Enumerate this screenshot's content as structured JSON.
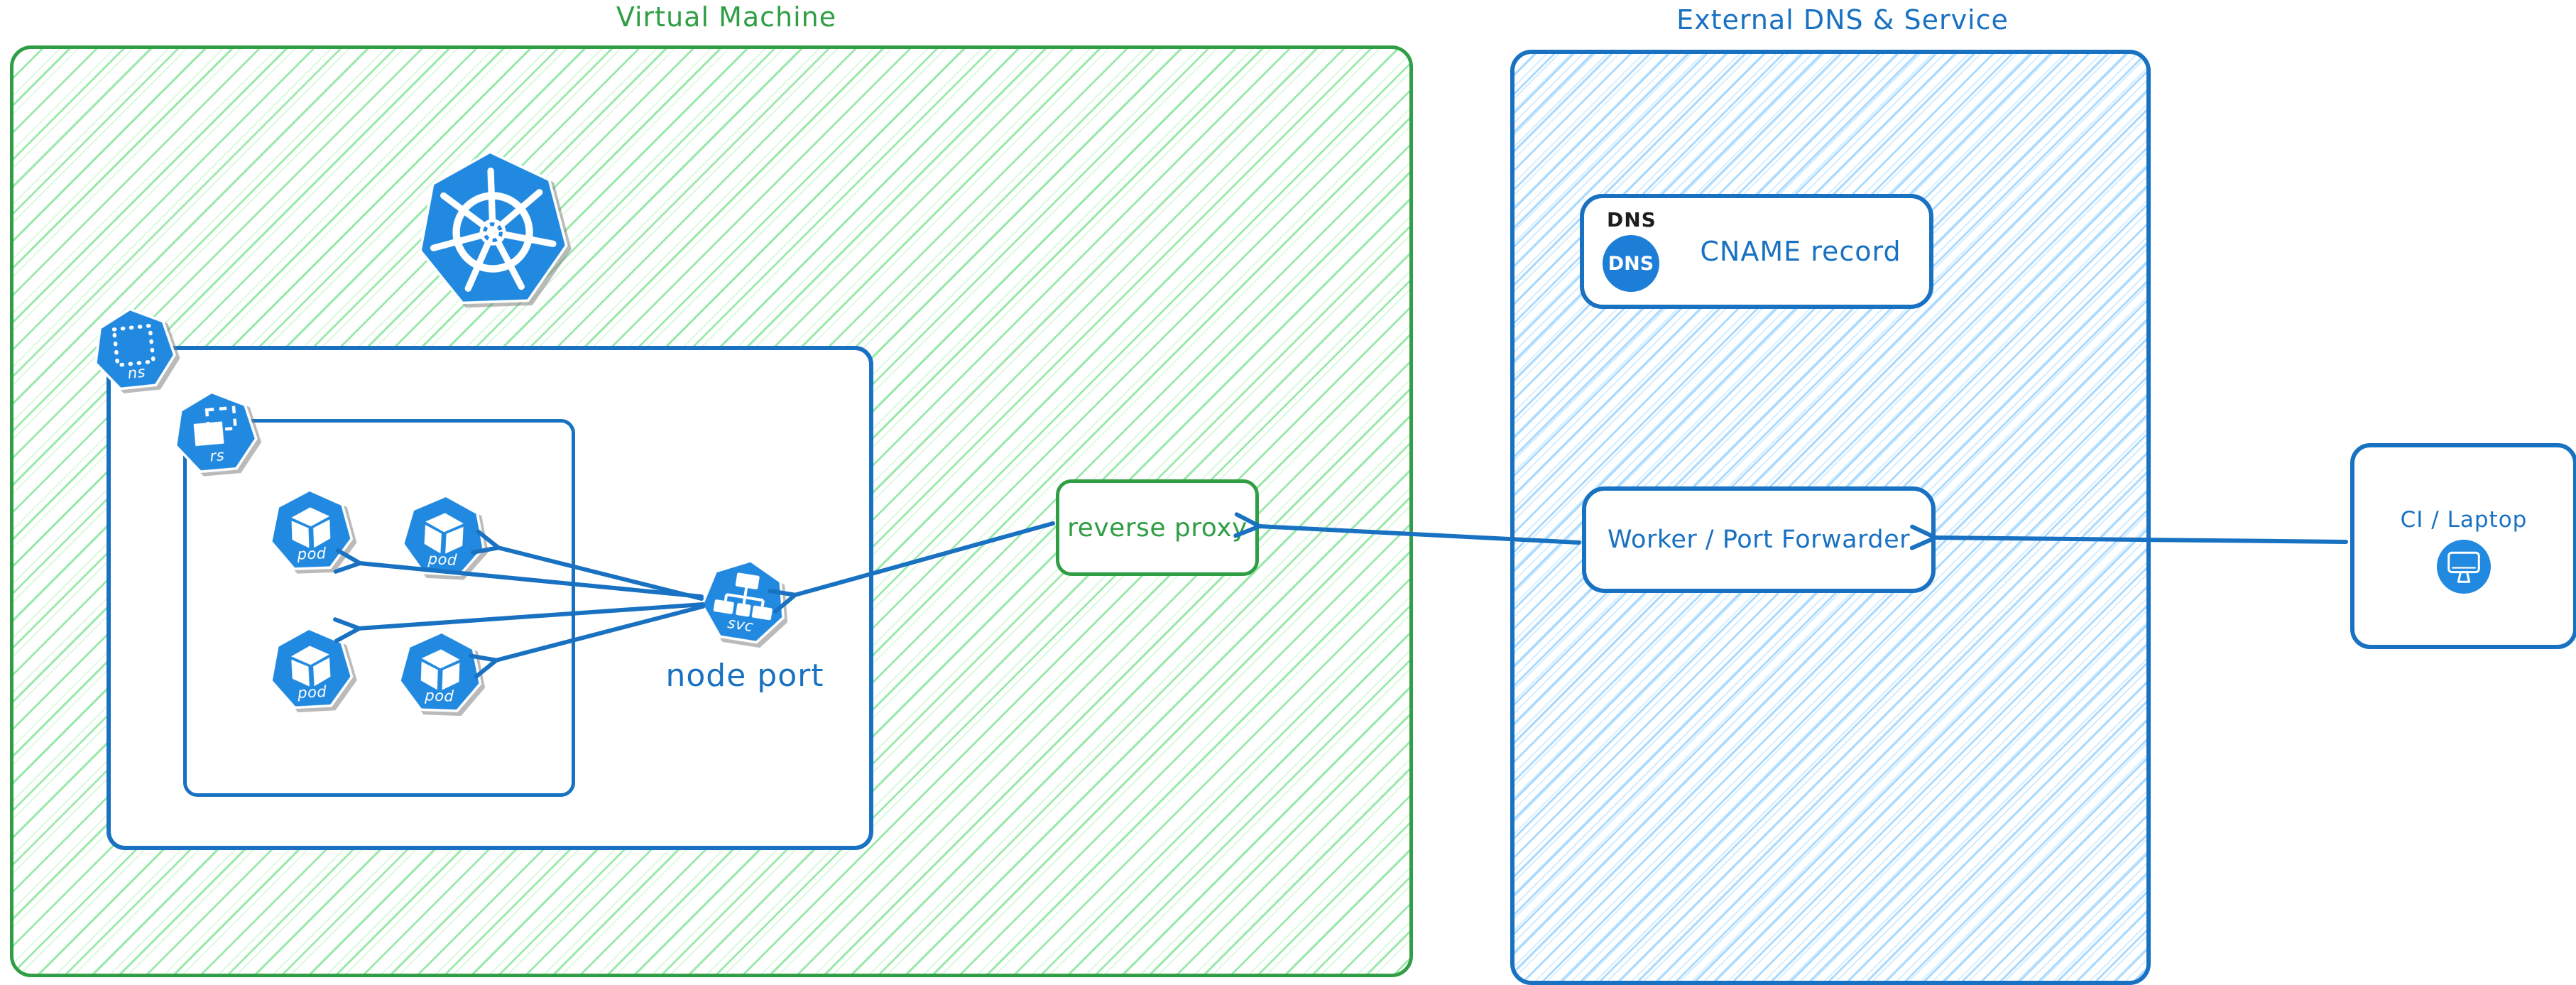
{
  "colors": {
    "green_border": "#2f9e44",
    "green_hatch": "#b2f2bb",
    "blue_border": "#1971c2",
    "blue_hatch": "#a5d8ff",
    "icon_blue": "#2189e0",
    "dns_circle_blue": "#1c7ed6",
    "black_text": "#1e1e1e"
  },
  "vm": {
    "title": "Virtual Machine",
    "node_port_label": "node port",
    "icons": {
      "ns": "ns",
      "rs": "rs",
      "svc": "svc"
    },
    "pods": [
      "pod",
      "pod",
      "pod",
      "pod"
    ]
  },
  "reverse_proxy": {
    "label": "reverse proxy"
  },
  "external": {
    "title": "External DNS & Service",
    "dns": {
      "tag": "DNS",
      "icon_text": "DNS",
      "record": "CNAME record"
    },
    "worker": {
      "label": "Worker / Port Forwarder"
    }
  },
  "ci": {
    "label": "CI / Laptop"
  }
}
